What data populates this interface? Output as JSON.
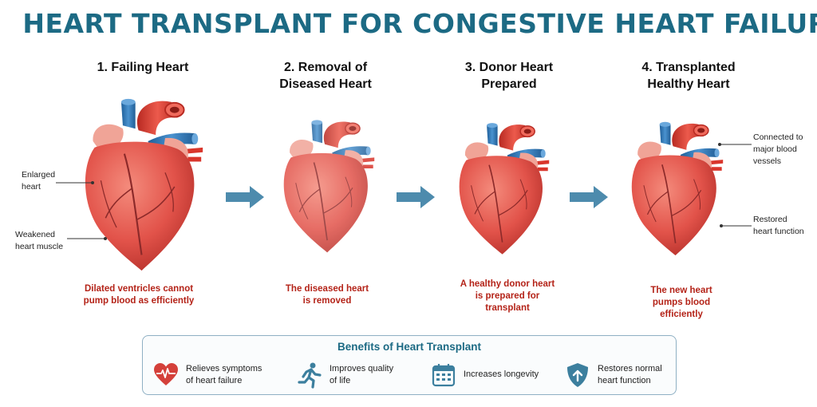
{
  "title": "HEART TRANSPLANT FOR CONGESTIVE HEART FAILURE",
  "colors": {
    "title": "#1c6a84",
    "caption": "#b42318",
    "arrow": "#4d8bad",
    "heart_body": "#e2534a",
    "heart_light": "#f0a497",
    "vessel_blue": "#2f79b8",
    "vessel_red": "#d9362c",
    "benefit_icon": "#3c7f9e",
    "benefit_heart": "#d4403a"
  },
  "steps": [
    {
      "title_line1": "1. Failing Heart",
      "title_line2": "",
      "caption_line1": "Dilated ventricles cannot",
      "caption_line2": "pump blood as efficiently",
      "caption_line3": ""
    },
    {
      "title_line1": "2. Removal of",
      "title_line2": "Diseased Heart",
      "caption_line1": "The diseased heart",
      "caption_line2": "is removed",
      "caption_line3": ""
    },
    {
      "title_line1": "3. Donor Heart",
      "title_line2": "Prepared",
      "caption_line1": "A healthy donor heart",
      "caption_line2": "is prepared for",
      "caption_line3": "transplant"
    },
    {
      "title_line1": "4. Transplanted",
      "title_line2": "Healthy Heart",
      "caption_line1": "The new heart",
      "caption_line2": "pumps blood",
      "caption_line3": "efficiently"
    }
  ],
  "annotations": {
    "enlarged": [
      "Enlarged",
      "heart"
    ],
    "weakened": [
      "Weakened",
      "heart muscle"
    ],
    "connected": [
      "Connected to",
      "major blood",
      "vessels"
    ],
    "restored": [
      "Restored",
      "heart function"
    ]
  },
  "benefits": {
    "title": "Benefits of Heart Transplant",
    "items": [
      {
        "icon": "heart-rate-icon",
        "line1": "Relieves symptoms",
        "line2": "of heart failure"
      },
      {
        "icon": "running-person-icon",
        "line1": "Improves quality",
        "line2": "of life"
      },
      {
        "icon": "calendar-icon",
        "line1": "Increases longevity",
        "line2": ""
      },
      {
        "icon": "shield-icon",
        "line1": "Restores normal",
        "line2": "heart function"
      }
    ]
  }
}
